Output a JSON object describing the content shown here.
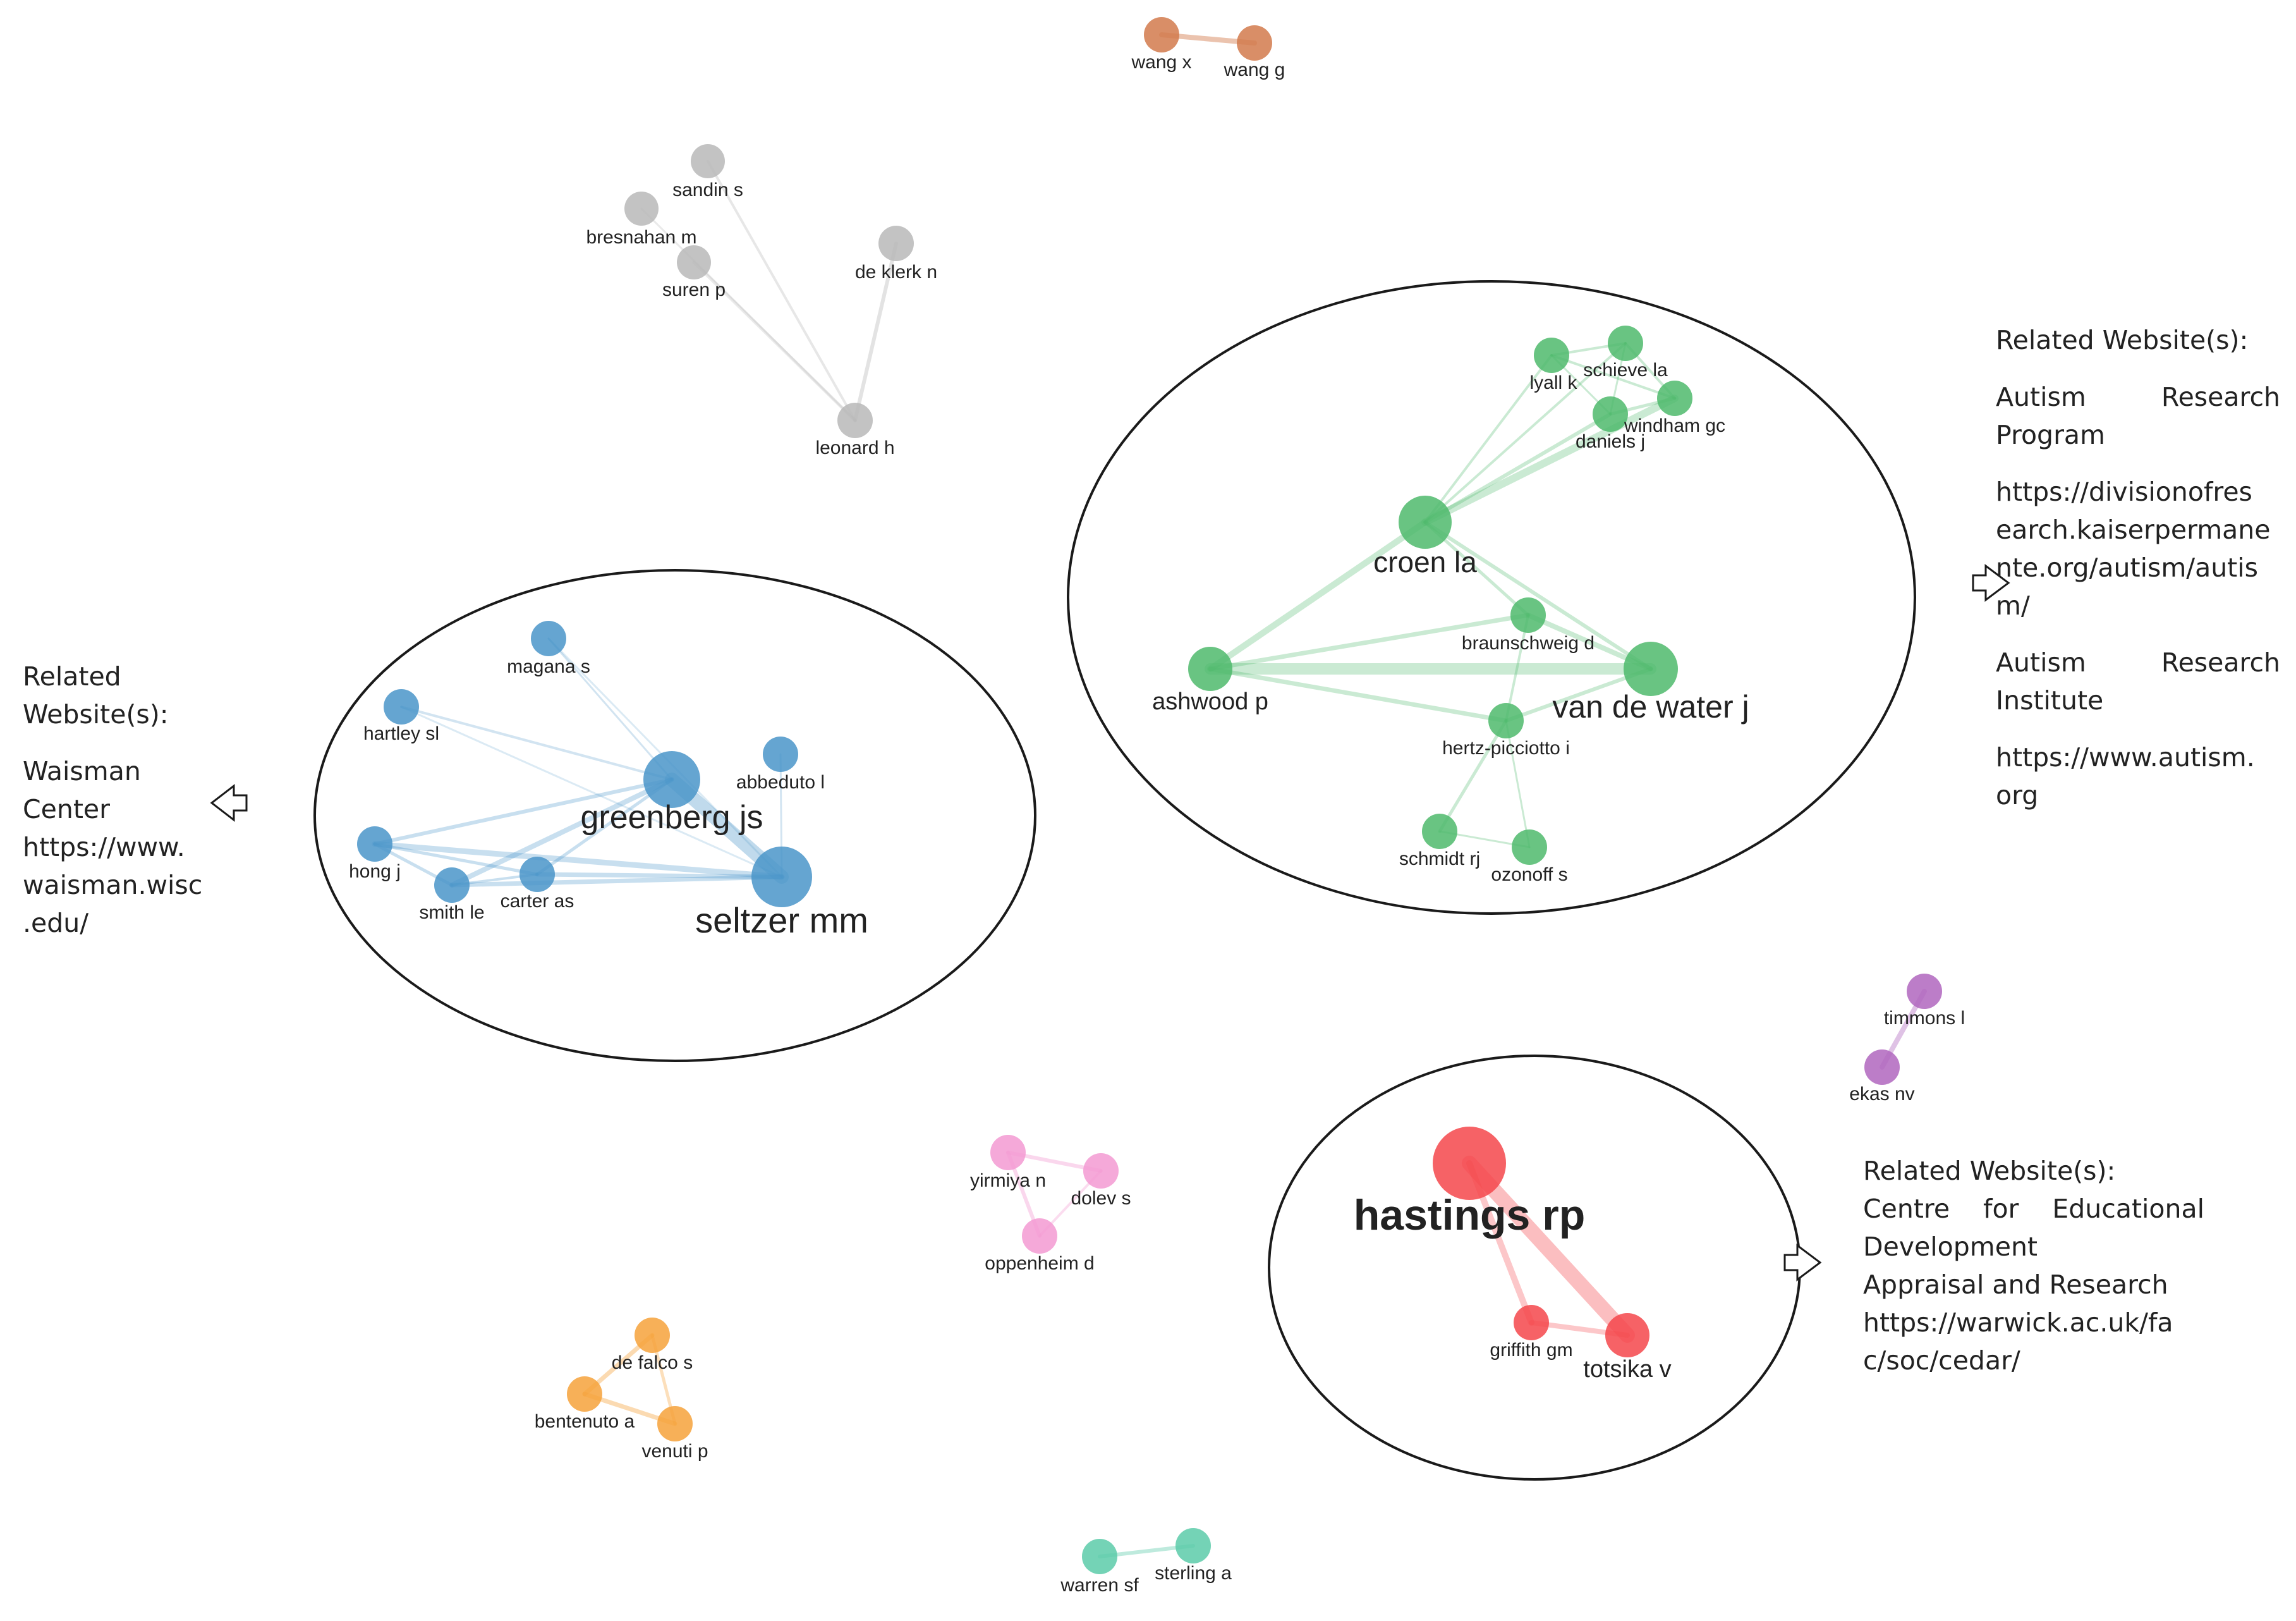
{
  "colors": {
    "blue": "#4a95c9",
    "green": "#4fba6c",
    "red": "#f4464b",
    "gray": "#b9b9b9",
    "brown": "#d27a4c",
    "purple": "#b066be",
    "pink": "#f39ad2",
    "orange": "#f6a23b",
    "teal": "#5ccba9",
    "ellipse": "#1a1a1a"
  },
  "icons": [
    "arrow-left-icon",
    "arrow-right-icon"
  ],
  "chart_data": {
    "type": "network",
    "clusters": [
      {
        "id": "brown",
        "nodes": [
          "wang x",
          "wang g"
        ]
      },
      {
        "id": "gray",
        "nodes": [
          "sandin s",
          "bresnahan m",
          "suren p",
          "de klerk n",
          "leonard h"
        ]
      },
      {
        "id": "blue",
        "highlighted": true,
        "nodes": [
          "magana s",
          "hartley sl",
          "greenberg js",
          "abbeduto l",
          "hong j",
          "smith le",
          "carter as",
          "seltzer mm"
        ]
      },
      {
        "id": "green",
        "highlighted": true,
        "nodes": [
          "lyall k",
          "schieve la",
          "windham gc",
          "daniels j",
          "croen la",
          "braunschweig d",
          "ashwood p",
          "van de water j",
          "hertz-picciotto i",
          "schmidt rj",
          "ozonoff s"
        ]
      },
      {
        "id": "red",
        "highlighted": true,
        "nodes": [
          "hastings rp",
          "griffith gm",
          "totsika v"
        ]
      },
      {
        "id": "purple",
        "nodes": [
          "timmons l",
          "ekas nv"
        ]
      },
      {
        "id": "pink",
        "nodes": [
          "yirmiya n",
          "dolev s",
          "oppenheim d"
        ]
      },
      {
        "id": "orange",
        "nodes": [
          "de falco s",
          "bentenuto a",
          "venuti p"
        ]
      },
      {
        "id": "teal",
        "nodes": [
          "warren sf",
          "sterling a"
        ]
      }
    ]
  },
  "annotations": {
    "left": {
      "heading_1": "Related",
      "heading_2": "Website(s):",
      "name_1": "Waisman",
      "name_2": "Center",
      "url_1": "https://www.",
      "url_2": "waisman.wisc",
      "url_3": ".edu/"
    },
    "right_top": {
      "heading": "Related Website(s):",
      "site1_name_1": "Autism Research",
      "site1_name_2": "Program",
      "site1_url_1": "https://divisionofres",
      "site1_url_2": "earch.kaiserpermane",
      "site1_url_3": "nte.org/autism/autis",
      "site1_url_4": "m/",
      "site2_name_1": "Autism Research",
      "site2_name_2": "Institute",
      "site2_url_1": "https://www.autism.",
      "site2_url_2": "org"
    },
    "right_bottom": {
      "heading": "Related Website(s):",
      "name_1": "Centre for Educational",
      "name_2": "Development",
      "name_3": "Appraisal and Research",
      "url_1": "https://warwick.ac.uk/fa",
      "url_2": "c/soc/cedar/"
    }
  }
}
